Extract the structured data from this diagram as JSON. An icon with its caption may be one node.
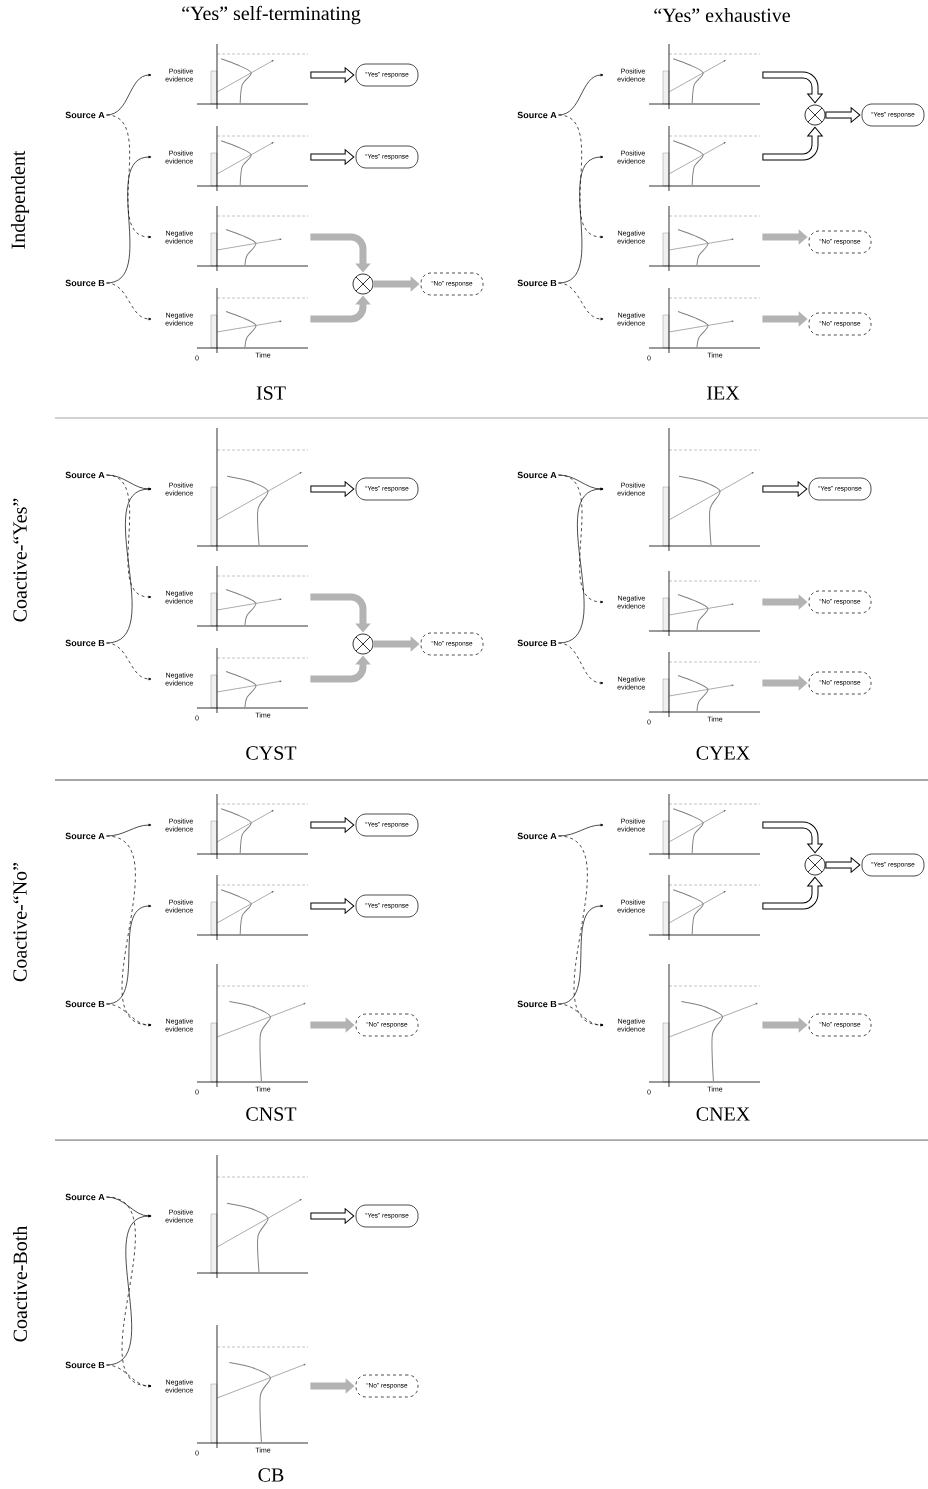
{
  "diagram": {
    "nodes": [
      {
        "text": [
          "Source A"
        ]
      },
      {
        "text": [
          "Source B"
        ]
      },
      {
        "text": [
          "Positive evidence"
        ]
      },
      {
        "text": [
          "Positive evidence"
        ]
      },
      {
        "text": [
          "Negative evidence"
        ]
      },
      {
        "text": [
          "Negative evidence"
        ]
      },
      {
        "text": [
          "“Yes” response"
        ]
      },
      {
        "text": [
          "“Yes” response"
        ]
      },
      {
        "text": [],
        "shape": "circle"
      },
      {
        "text": [
          "“No” response"
        ]
      },
      {
        "text": [
          "Source A"
        ]
      },
      {
        "text": [
          "Source B"
        ]
      },
      {
        "text": [
          "Positive evidence"
        ]
      },
      {
        "text": [
          "Positive evidence"
        ]
      },
      {
        "text": [
          "Negative evidence"
        ]
      },
      {
        "text": [
          "Negative evidence"
        ]
      },
      {
        "text": [],
        "shape": "circle"
      },
      {
        "text": [
          "“Yes” response"
        ]
      },
      {
        "text": [
          "“No” response"
        ]
      },
      {
        "text": [
          "“No” response"
        ]
      },
      {
        "text": [
          "Source A"
        ]
      },
      {
        "text": [
          "Source B"
        ]
      },
      {
        "text": [
          "Positive evidence"
        ]
      },
      {
        "text": [
          "Negative evidence"
        ]
      },
      {
        "text": [
          "Negative evidence"
        ]
      },
      {
        "text": [
          "“Yes” response"
        ]
      },
      {
        "text": [],
        "shape": "circle"
      },
      {
        "text": [
          "“No” response"
        ]
      },
      {
        "text": [
          "Source A"
        ]
      },
      {
        "text": [
          "Source B"
        ]
      },
      {
        "text": [
          "Positive evidence"
        ]
      },
      {
        "text": [
          "Negative evidence"
        ]
      },
      {
        "text": [
          "Negative evidence"
        ]
      },
      {
        "text": [
          "“Yes” response"
        ]
      },
      {
        "text": [
          "“No” response"
        ]
      },
      {
        "text": [
          "“No” response"
        ]
      },
      {
        "text": [
          "Source A"
        ]
      },
      {
        "text": [
          "Source B"
        ]
      },
      {
        "text": [
          "Positive evidence"
        ]
      },
      {
        "text": [
          "Positive evidence"
        ]
      },
      {
        "text": [
          "Negative evidence"
        ]
      },
      {
        "text": [
          "“Yes” response"
        ]
      },
      {
        "text": [
          "“Yes” response"
        ]
      },
      {
        "text": [
          "“No” response"
        ]
      },
      {
        "text": [
          "Source A"
        ]
      },
      {
        "text": [
          "Source B"
        ]
      },
      {
        "text": [
          "Positive evidence"
        ]
      },
      {
        "text": [
          "Positive evidence"
        ]
      },
      {
        "text": [
          "Negative evidence"
        ]
      },
      {
        "text": [],
        "shape": "circle"
      },
      {
        "text": [
          "“Yes” response"
        ]
      },
      {
        "text": [
          "“No” response"
        ]
      },
      {
        "text": [
          "Source A"
        ]
      },
      {
        "text": [
          "Source B"
        ]
      },
      {
        "text": [
          "Positive evidence"
        ]
      },
      {
        "text": [
          "Negative evidence"
        ]
      },
      {
        "text": [
          "“Yes” response"
        ]
      },
      {
        "text": [
          "“No” response"
        ]
      }
    ],
    "edges": [
      {
        "from": 0,
        "to": 2,
        "arrow": "to"
      },
      {
        "from": 0,
        "to": 4,
        "arrow": "to",
        "style": "dashed"
      },
      {
        "from": 1,
        "to": 3,
        "arrow": "to"
      },
      {
        "from": 1,
        "to": 5,
        "arrow": "to",
        "style": "dashed"
      },
      {
        "from": 2,
        "to": 6,
        "arrow": "to",
        "style": "thick"
      },
      {
        "from": 3,
        "to": 7,
        "arrow": "to",
        "style": "thick"
      },
      {
        "from": 4,
        "to": 8,
        "arrow": "to",
        "style": "thick",
        "color": "#b3b3b3"
      },
      {
        "from": 5,
        "to": 8,
        "arrow": "to",
        "style": "thick",
        "color": "#b3b3b3"
      },
      {
        "from": 8,
        "to": 9,
        "arrow": "to",
        "style": "thick",
        "color": "#b3b3b3"
      },
      {
        "from": 10,
        "to": 12,
        "arrow": "to"
      },
      {
        "from": 10,
        "to": 14,
        "arrow": "to",
        "style": "dashed"
      },
      {
        "from": 11,
        "to": 13,
        "arrow": "to"
      },
      {
        "from": 11,
        "to": 15,
        "arrow": "to",
        "style": "dashed"
      },
      {
        "from": 12,
        "to": 16,
        "arrow": "to",
        "style": "thick"
      },
      {
        "from": 13,
        "to": 16,
        "arrow": "to",
        "style": "thick"
      },
      {
        "from": 16,
        "to": 17,
        "arrow": "to",
        "style": "thick"
      },
      {
        "from": 14,
        "to": 18,
        "arrow": "to",
        "style": "thick",
        "color": "#b3b3b3"
      },
      {
        "from": 15,
        "to": 19,
        "arrow": "to",
        "style": "thick",
        "color": "#b3b3b3"
      },
      {
        "from": 20,
        "to": 22,
        "arrow": "to"
      },
      {
        "from": 20,
        "to": 23,
        "arrow": "to",
        "style": "dashed"
      },
      {
        "from": 21,
        "to": 22,
        "arrow": "to"
      },
      {
        "from": 21,
        "to": 24,
        "arrow": "to",
        "style": "dashed"
      },
      {
        "from": 22,
        "to": 25,
        "arrow": "to",
        "style": "thick"
      },
      {
        "from": 23,
        "to": 26,
        "arrow": "to",
        "style": "thick",
        "color": "#b3b3b3"
      },
      {
        "from": 24,
        "to": 26,
        "arrow": "to",
        "style": "thick",
        "color": "#b3b3b3"
      },
      {
        "from": 26,
        "to": 27,
        "arrow": "to",
        "style": "thick",
        "color": "#b3b3b3"
      },
      {
        "from": 28,
        "to": 30,
        "arrow": "to"
      },
      {
        "from": 28,
        "to": 31,
        "arrow": "to",
        "style": "dashed"
      },
      {
        "from": 29,
        "to": 30,
        "arrow": "to"
      },
      {
        "from": 29,
        "to": 32,
        "arrow": "to",
        "style": "dashed"
      },
      {
        "from": 30,
        "to": 33,
        "arrow": "to",
        "style": "thick"
      },
      {
        "from": 31,
        "to": 34,
        "arrow": "to",
        "style": "thick",
        "color": "#b3b3b3"
      },
      {
        "from": 32,
        "to": 35,
        "arrow": "to",
        "style": "thick",
        "color": "#b3b3b3"
      },
      {
        "from": 36,
        "to": 38,
        "arrow": "to"
      },
      {
        "from": 36,
        "to": 40,
        "arrow": "to",
        "style": "dashed"
      },
      {
        "from": 37,
        "to": 39,
        "arrow": "to"
      },
      {
        "from": 37,
        "to": 40,
        "arrow": "to",
        "style": "dashed"
      },
      {
        "from": 38,
        "to": 41,
        "arrow": "to",
        "style": "thick"
      },
      {
        "from": 39,
        "to": 42,
        "arrow": "to",
        "style": "thick"
      },
      {
        "from": 40,
        "to": 43,
        "arrow": "to",
        "style": "thick",
        "color": "#b3b3b3"
      },
      {
        "from": 44,
        "to": 46,
        "arrow": "to"
      },
      {
        "from": 44,
        "to": 48,
        "arrow": "to",
        "style": "dashed"
      },
      {
        "from": 45,
        "to": 47,
        "arrow": "to"
      },
      {
        "from": 45,
        "to": 48,
        "arrow": "to",
        "style": "dashed"
      },
      {
        "from": 46,
        "to": 49,
        "arrow": "to",
        "style": "thick"
      },
      {
        "from": 47,
        "to": 49,
        "arrow": "to",
        "style": "thick"
      },
      {
        "from": 49,
        "to": 50,
        "arrow": "to",
        "style": "thick"
      },
      {
        "from": 48,
        "to": 51,
        "arrow": "to",
        "style": "thick",
        "color": "#b3b3b3"
      },
      {
        "from": 52,
        "to": 54,
        "arrow": "to"
      },
      {
        "from": 52,
        "to": 55,
        "arrow": "to",
        "style": "dashed"
      },
      {
        "from": 53,
        "to": 54,
        "arrow": "to"
      },
      {
        "from": 53,
        "to": 55,
        "arrow": "to",
        "style": "dashed"
      },
      {
        "from": 54,
        "to": 56,
        "arrow": "to",
        "style": "thick"
      },
      {
        "from": 55,
        "to": 57,
        "arrow": "to",
        "style": "thick",
        "color": "#b3b3b3"
      }
    ],
    "labels": [
      "“Yes” self-terminating",
      "“Yes” exhaustive",
      "Independent",
      "0",
      "Time",
      "IST",
      "0",
      "Time",
      "IEX",
      "Coactive-“Yes”",
      "0",
      "Time",
      "CYST",
      "0",
      "Time",
      "CYEX",
      "Coactive-“No”",
      "0",
      "Time",
      "CNST",
      "0",
      "Time",
      "CNEX",
      "Coactive-Both",
      "0",
      "Time",
      "CB"
    ]
  }
}
